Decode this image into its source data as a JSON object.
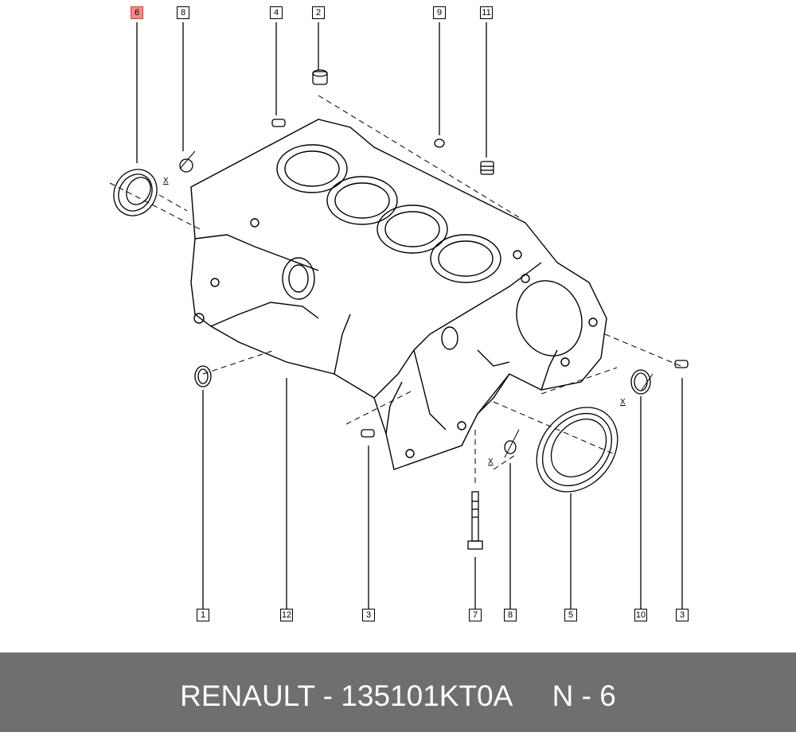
{
  "labels": [
    {
      "id": "6",
      "highlighted": true
    },
    {
      "id": "8"
    },
    {
      "id": "4"
    },
    {
      "id": "2"
    },
    {
      "id": "9"
    },
    {
      "id": "11"
    },
    {
      "id": "1"
    },
    {
      "id": "12"
    },
    {
      "id": "3"
    },
    {
      "id": "7"
    },
    {
      "id": "8"
    },
    {
      "id": "5"
    },
    {
      "id": "10"
    },
    {
      "id": "3"
    }
  ],
  "x_marks": [
    "X",
    "X",
    "X"
  ],
  "footer": {
    "text": "RENAULT - 135101KT0A     N - 6"
  },
  "colors": {
    "highlight": "#f28a8a",
    "footer_bg": "#6f6f6f",
    "footer_text": "#ffffff"
  }
}
